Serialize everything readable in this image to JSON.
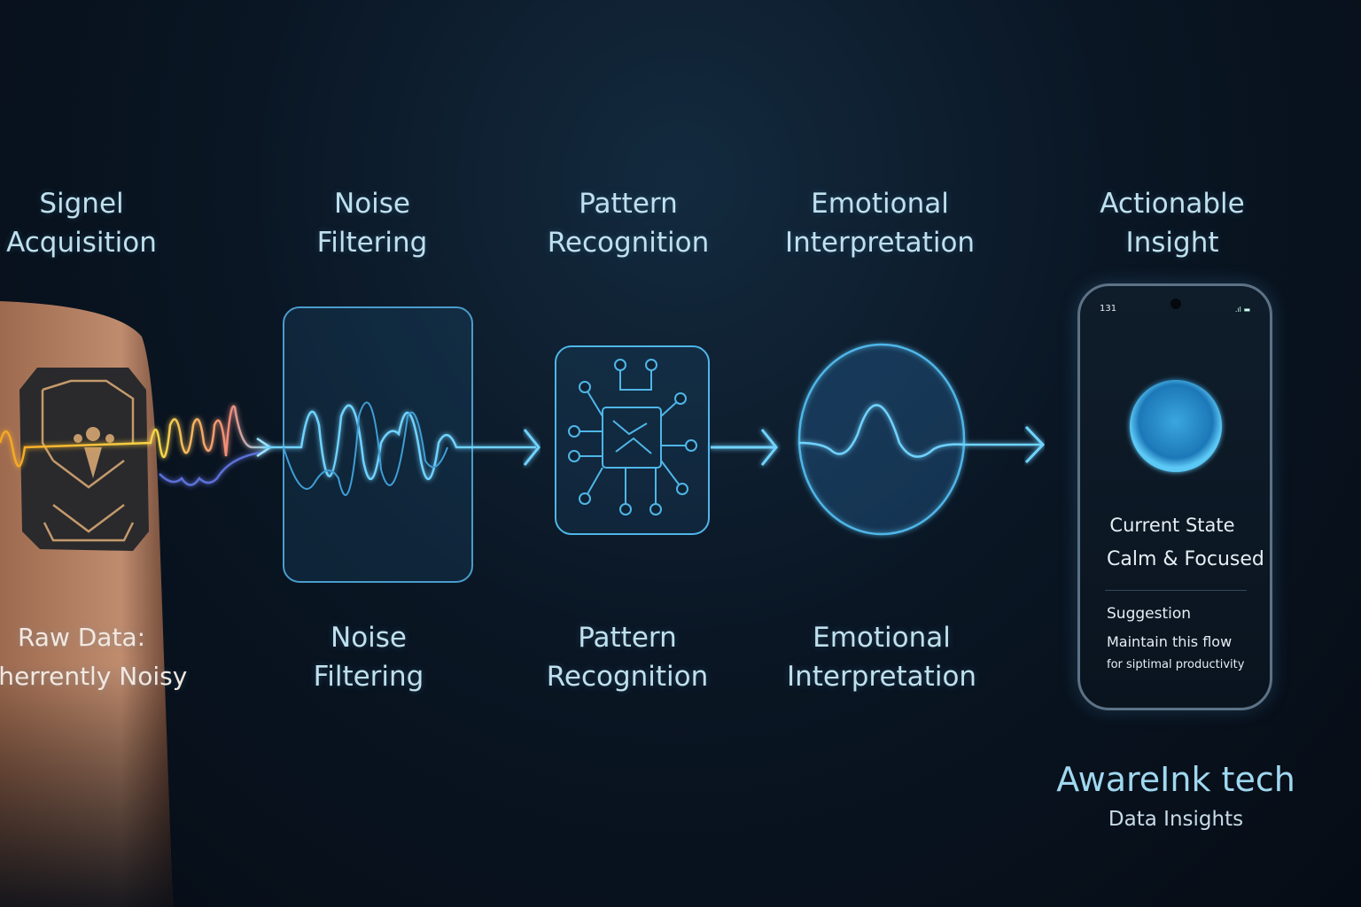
{
  "stages_top": [
    {
      "line1": "Signel",
      "line2": "Acquisition"
    },
    {
      "line1": "Noise",
      "line2": "Filtering"
    },
    {
      "line1": "Pattern",
      "line2": "Recognition"
    },
    {
      "line1": "Emotional",
      "line2": "Interpretation"
    },
    {
      "line1": "Actionable",
      "line2": "Insight"
    }
  ],
  "stages_bottom": [
    {
      "line1": "Raw Data:",
      "line2": "inherrently Noisy"
    },
    {
      "line1": "Noise",
      "line2": "Filtering"
    },
    {
      "line1": "Pattern",
      "line2": "Recognition"
    },
    {
      "line1": "Emotional",
      "line2": "Interpretation"
    }
  ],
  "phone": {
    "time": "131",
    "state_label": "Current State",
    "state_value": "Calm & Focused",
    "suggestion_label": "Suggestion",
    "suggestion_line1": "Maintain this flow",
    "suggestion_line2": "for siptimal productivity"
  },
  "brand": {
    "name": "AwareInk tech",
    "tagline": "Data Insights"
  },
  "colors": {
    "accent": "#4fc3f7",
    "skin": "#b07a5a",
    "patch": "#2a2a2c"
  }
}
